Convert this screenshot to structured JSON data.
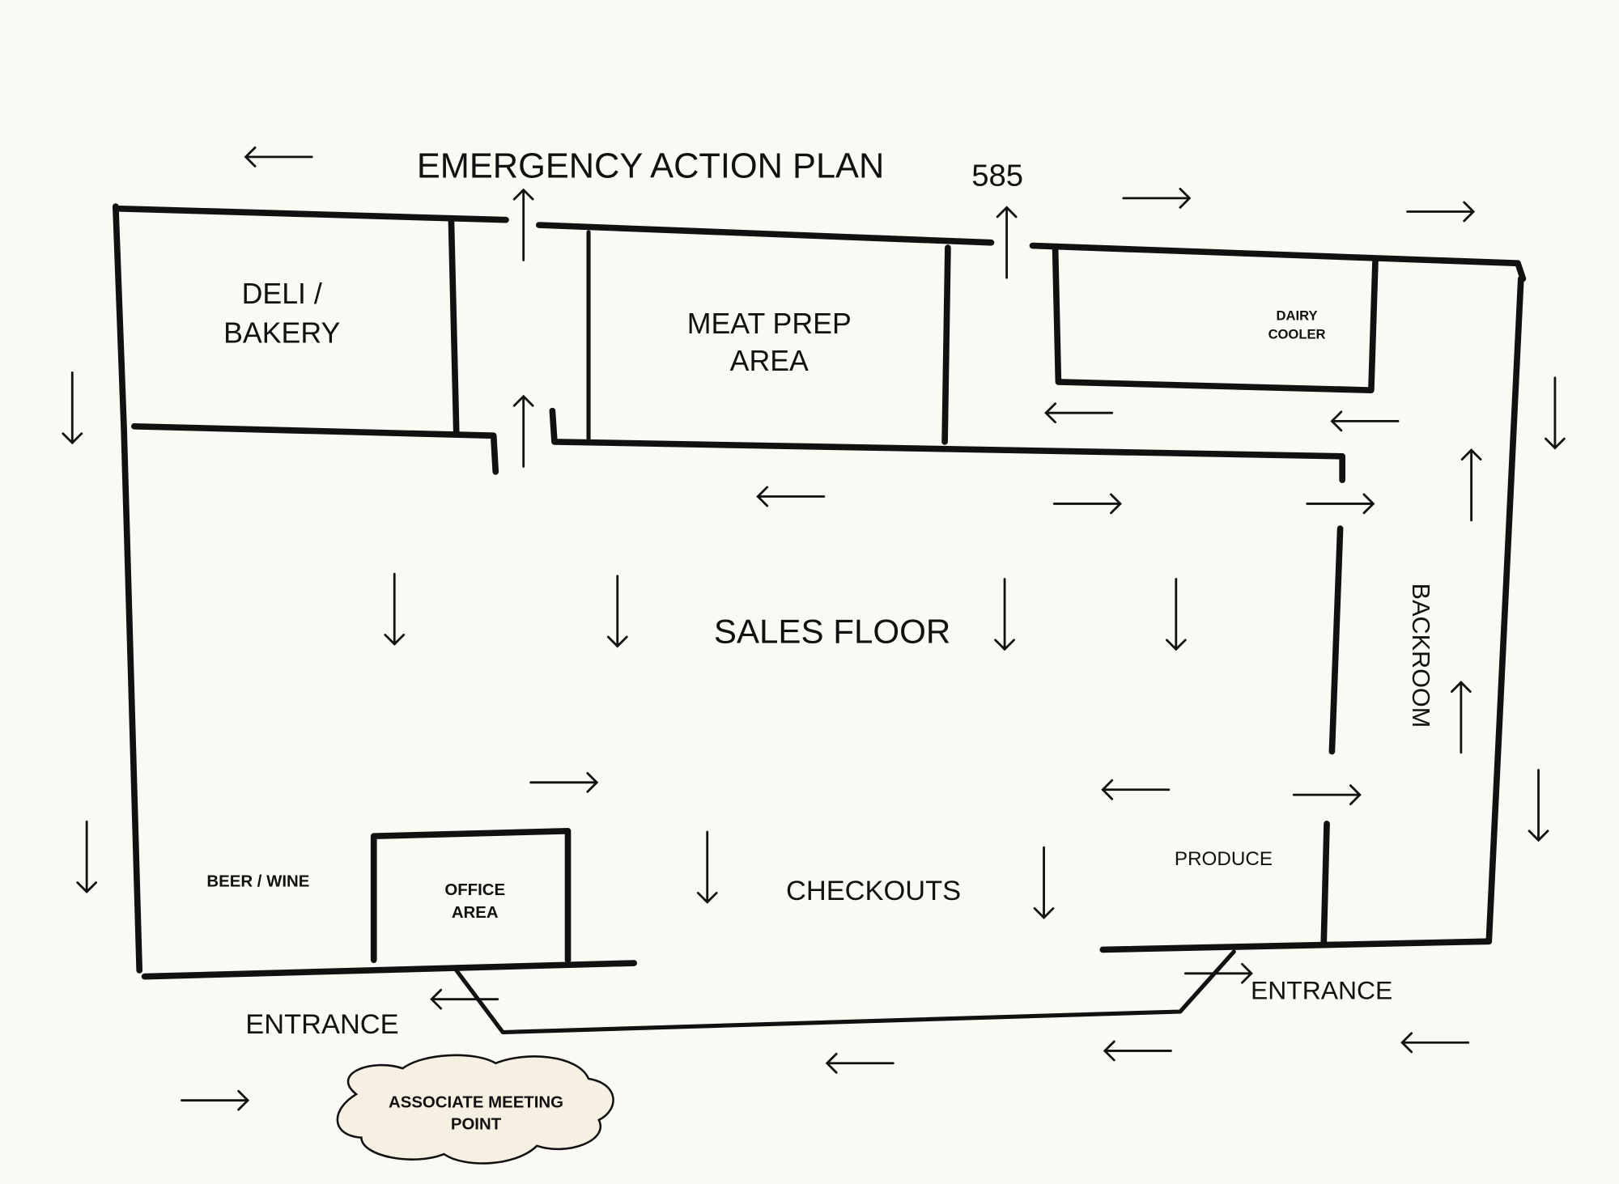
{
  "title": "EMERGENCY ACTION PLAN",
  "store_number": "585",
  "areas": {
    "deli_bakery": [
      "DELI /",
      "BAKERY"
    ],
    "meat_prep": [
      "MEAT PREP",
      "AREA"
    ],
    "dairy_cooler": [
      "DAIRY",
      "COOLER"
    ],
    "sales_floor": "SALES FLOOR",
    "backroom": "BACKROOM",
    "produce": "PRODUCE",
    "checkouts": "CHECKOUTS",
    "beer_wine": "BEER / WINE",
    "office": [
      "OFFICE",
      "AREA"
    ]
  },
  "entrances": {
    "left": "ENTRANCE",
    "right": "ENTRANCE"
  },
  "meeting_point": [
    "ASSOCIATE MEETING",
    "POINT"
  ],
  "colors": {
    "ink": "#111111",
    "paper": "#fbf9f3"
  }
}
